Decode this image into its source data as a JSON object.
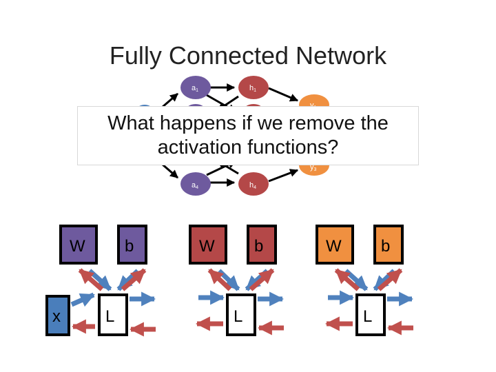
{
  "title": "Fully Connected Network",
  "callout": {
    "line1": "What happens if we remove the",
    "line2": "activation functions?"
  },
  "nodes": {
    "a1": {
      "base": "a",
      "sub": "1"
    },
    "h1": {
      "base": "h",
      "sub": "1"
    },
    "y1": {
      "base": "y",
      "sub": "1"
    },
    "y3": {
      "base": "y",
      "sub": "3"
    },
    "a4": {
      "base": "a",
      "sub": "4"
    },
    "h4": {
      "base": "h",
      "sub": "4"
    }
  },
  "graph_blocks": [
    {
      "w": "W",
      "b": "b",
      "l": "L",
      "x": "x",
      "color": "#6e5a9e"
    },
    {
      "w": "W",
      "b": "b",
      "l": "L",
      "color": "#b44848"
    },
    {
      "w": "W",
      "b": "b",
      "l": "L",
      "color": "#f09040"
    }
  ],
  "colors": {
    "purple": "#6e5a9e",
    "red": "#b44848",
    "orange": "#f09040",
    "blue": "#4a7ebb",
    "arrow_red": "#c0504d",
    "arrow_blue": "#4f81bd"
  }
}
